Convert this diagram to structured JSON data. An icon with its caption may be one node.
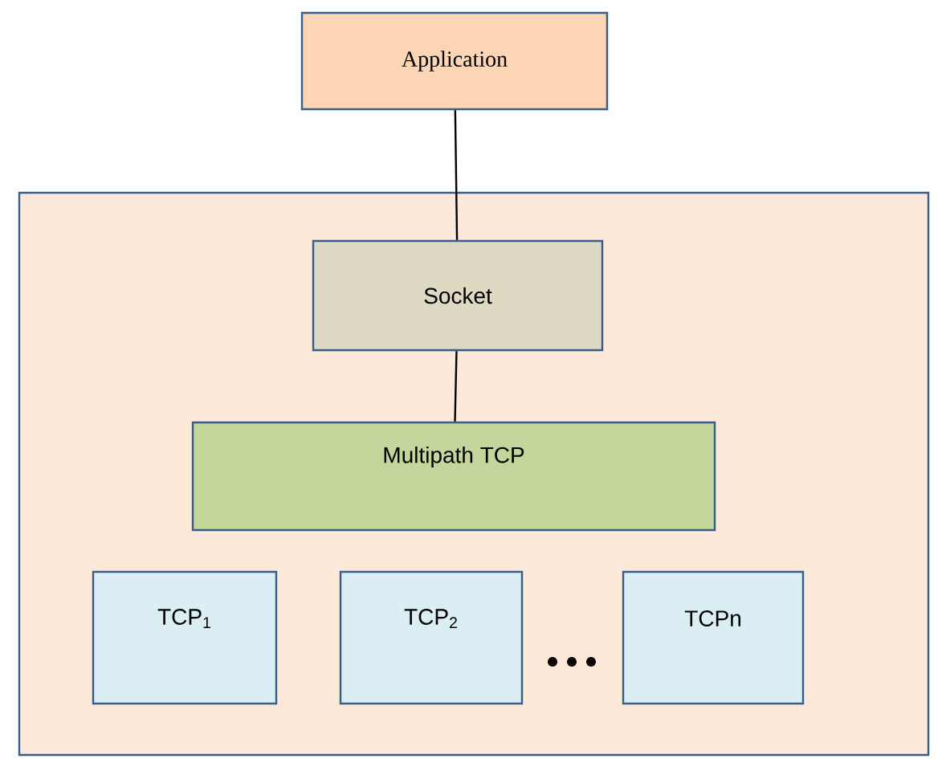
{
  "diagram": {
    "nodes": [
      {
        "text": [
          "Application"
        ]
      },
      {
        "text": [],
        "shape": "box"
      },
      {
        "text": [
          "Socket"
        ],
        "in": 1
      },
      {
        "text": [
          "Multipath TCP"
        ],
        "in": 1
      },
      {
        "text": [
          "TCP$_{1}$"
        ],
        "in": 1
      },
      {
        "text": [
          "TCP$_{2}$"
        ],
        "in": 1
      },
      {
        "text": [
          "TCPn"
        ],
        "in": 1
      }
    ],
    "edges": [
      {
        "from": 0,
        "to": 2,
        "arrow": "none"
      },
      {
        "from": 2,
        "to": 3,
        "arrow": "none"
      }
    ]
  }
}
